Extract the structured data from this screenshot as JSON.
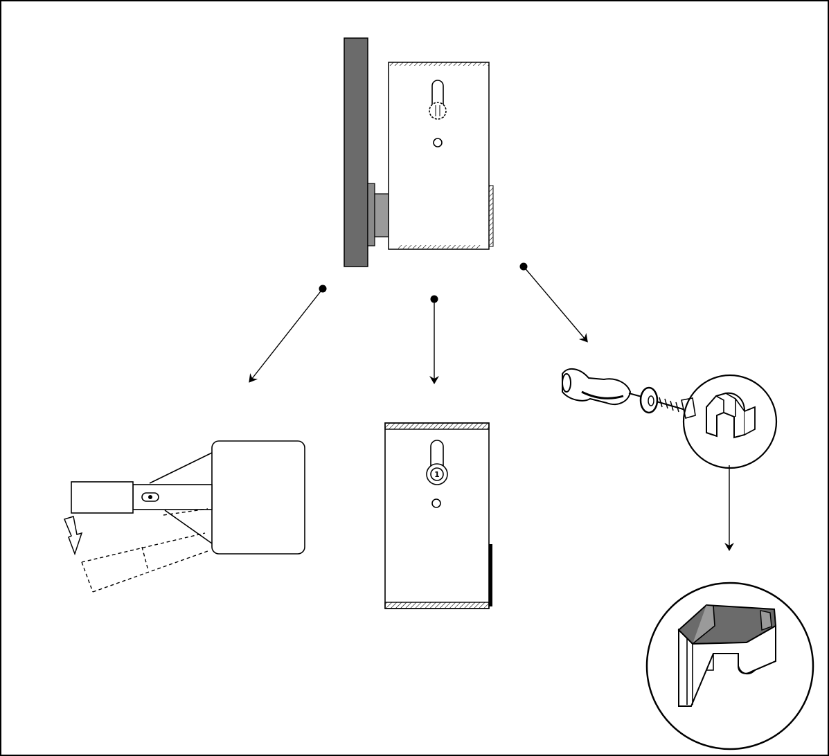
{
  "diagram": {
    "colors": {
      "line": "#000000",
      "background": "#ffffff",
      "part_gray": "#6b6b6b",
      "part_gray_light": "#9a9a9a"
    },
    "views": [
      {
        "id": "assembly",
        "icon": "side-panel-and-hinge-block"
      },
      {
        "id": "hinge-swing",
        "icon": "hinge-arm-swing-detail"
      },
      {
        "id": "hinge-front",
        "icon": "hinge-block-front-view"
      },
      {
        "id": "screw-clip",
        "icon": "adjusting-screw-and-clip"
      },
      {
        "id": "clip-enlarged",
        "icon": "clip-enlarged-detail"
      }
    ],
    "badge_label": "1"
  }
}
